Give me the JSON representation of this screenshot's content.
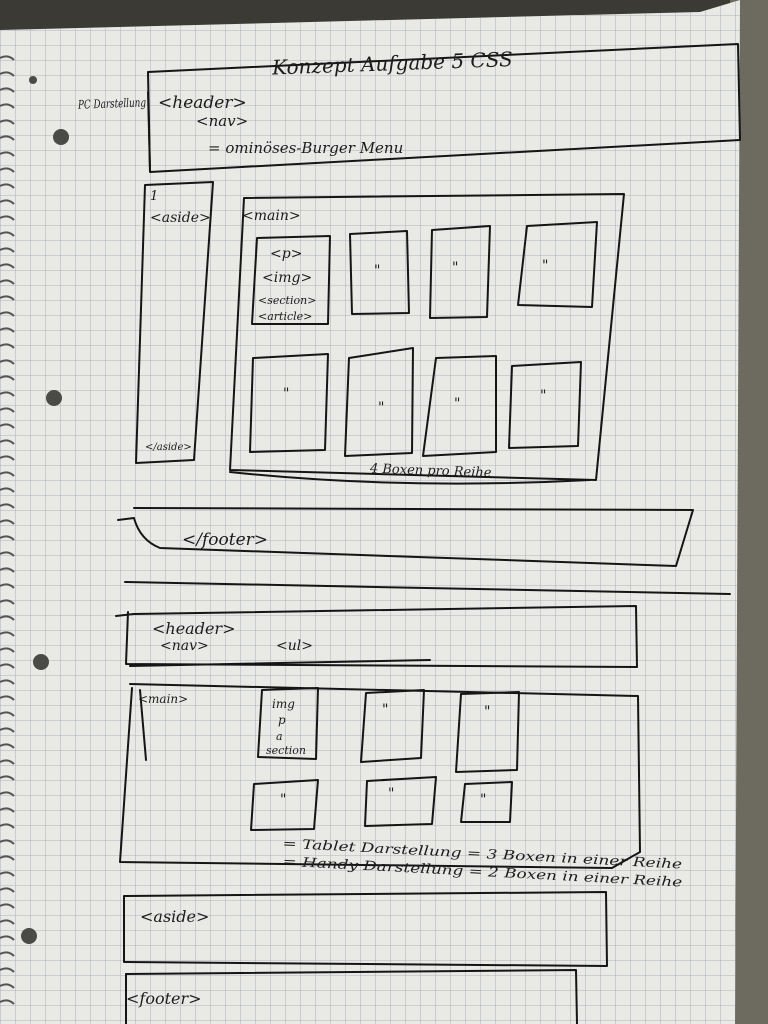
{
  "title": "Konzept Aufgabe 5 CSS",
  "pc": {
    "label": "PC Darstellung",
    "header_tag": "<header>",
    "nav_tag": "<nav>",
    "burger": "= ominöses-Burger Menu",
    "aside_number": "1",
    "aside_open": "<aside>",
    "aside_close": "</aside>",
    "main_tag": "<main>",
    "box_labels": [
      "<p>",
      "<img>",
      "<section>",
      "<article>"
    ],
    "ditto": "\"",
    "boxes_per_row": "4 Boxen pro Reihe",
    "footer_tag": "</footer>"
  },
  "tablet": {
    "header_tag": "<header>",
    "nav_tag": "<nav>",
    "ul_tag": "<ul>",
    "main_tag": "<main>",
    "box_labels": [
      "img",
      "p",
      "a",
      "section"
    ],
    "ditto": "\"",
    "note_tablet": "= Tablet Darstellung = 3 Boxen in einer Reihe",
    "note_handy": "= Handy Darstellung = 2 Boxen in einer Reihe",
    "aside_tag": "<aside>",
    "footer_tag": "<footer>"
  }
}
